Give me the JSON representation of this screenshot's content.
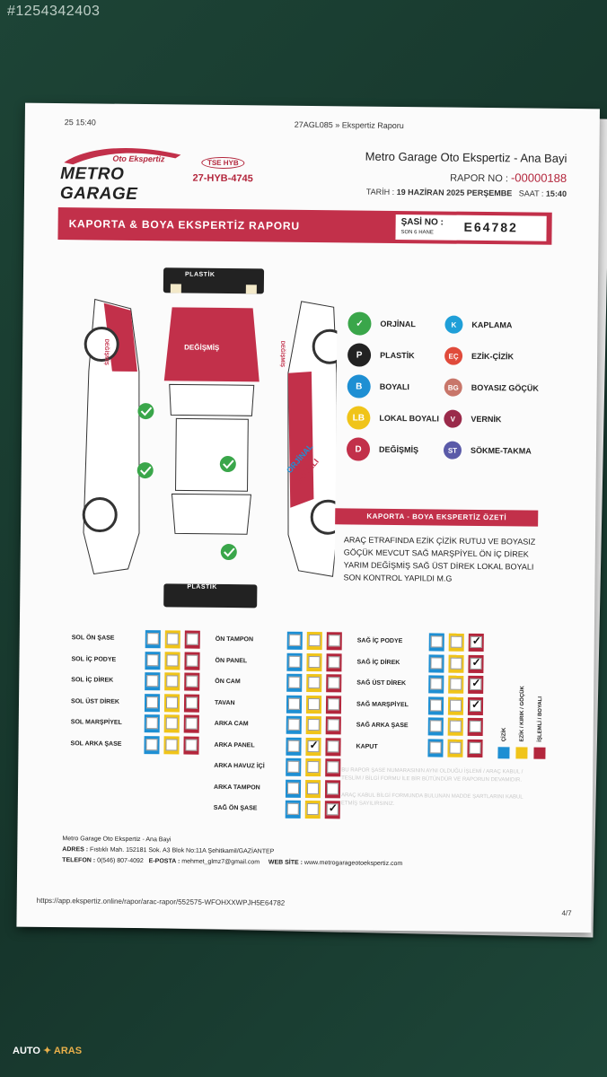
{
  "watermark": "#1254342403",
  "header": {
    "time": "25 15:40",
    "breadcrumb": "27AGL085 » Ekspertiz Raporu"
  },
  "logo": {
    "main": "METRO GARAGE",
    "sub": "Oto Ekspertiz",
    "tse_badge": "TSE HYB",
    "tse_code": "27-HYB-4745"
  },
  "company": {
    "name": "Metro Garage Oto Ekspertiz - Ana Bayi",
    "rapor_no_label": "RAPOR NO :",
    "rapor_no": "-00000188",
    "tarih_label": "TARİH :",
    "tarih": "19 HAZİRAN 2025 PERŞEMBE",
    "saat_label": "SAAT :",
    "saat": "15:40"
  },
  "band": {
    "title": "KAPORTA & BOYA EKSPERTİZ RAPORU",
    "sasi_label": "ŞASİ NO :",
    "sasi_sub": "SON 6 HANE",
    "sasi_value": "E64782"
  },
  "diagram": {
    "top_label": "PLASTİK",
    "bottom_label": "PLASTİK",
    "hood_label": "DEĞİŞMİŞ",
    "side_left_label": "DEĞİŞMİŞ",
    "side_right_label": "DEĞİŞMİŞ",
    "orj_label": "ORJİNAL",
    "boyali_label": "BOYALI"
  },
  "legend": [
    {
      "code": "✓",
      "label": "ORJİNAL",
      "color": "#3aa64a"
    },
    {
      "code": "K",
      "label": "KAPLAMA",
      "color": "#1f9fd8"
    },
    {
      "code": "P",
      "label": "PLASTİK",
      "color": "#222222"
    },
    {
      "code": "EÇ",
      "label": "EZİK-ÇİZİK",
      "color": "#e04b3b"
    },
    {
      "code": "B",
      "label": "BOYALI",
      "color": "#1e8fd3"
    },
    {
      "code": "BG",
      "label": "BOYASIZ GÖÇÜK",
      "color": "#c8766a"
    },
    {
      "code": "LB",
      "label": "LOKAL BOYALI",
      "color": "#f0c419"
    },
    {
      "code": "V",
      "label": "VERNİK",
      "color": "#9a2a4a"
    },
    {
      "code": "D",
      "label": "DEĞİŞMİŞ",
      "color": "#c2304a"
    },
    {
      "code": "ST",
      "label": "SÖKME-TAKMA",
      "color": "#5a5aa8"
    }
  ],
  "ozet": {
    "title": "KAPORTA - BOYA EKSPERTİZ ÖZETİ",
    "text": "ARAÇ ETRAFINDA EZİK ÇİZİK RUTUJ VE BOYASIZ GÖÇÜK MEVCUT SAĞ MARŞPİYEL ÖN İÇ DİREK YARIM DEĞİŞMİŞ SAĞ ÜST DİREK LOKAL BOYALI SON KONTROL YAPILDI M.G"
  },
  "table": {
    "col1": [
      "SOL ÖN ŞASE",
      "SOL İÇ PODYE",
      "SOL İÇ DİREK",
      "SOL ÜST DİREK",
      "SOL MARŞPİYEL",
      "SOL ARKA ŞASE"
    ],
    "col2": [
      "ÖN TAMPON",
      "ÖN PANEL",
      "ÖN CAM",
      "TAVAN",
      "ARKA CAM",
      "ARKA PANEL",
      "ARKA HAVUZ İÇİ",
      "ARKA TAMPON",
      "SAĞ ÖN ŞASE"
    ],
    "col3": [
      "SAĞ İÇ PODYE",
      "SAĞ İÇ DİREK",
      "SAĞ ÜST DİREK",
      "SAĞ MARŞPİYEL",
      "SAĞ ARKA ŞASE",
      "KAPUT"
    ],
    "col2_checks": [
      [
        false,
        false,
        false
      ],
      [
        false,
        false,
        false
      ],
      [
        false,
        false,
        false
      ],
      [
        false,
        false,
        false
      ],
      [
        false,
        false,
        false
      ],
      [
        false,
        true,
        false
      ],
      [
        false,
        false,
        false
      ],
      [
        false,
        false,
        false
      ],
      [
        false,
        false,
        true
      ]
    ],
    "col3_checks": [
      [
        false,
        false,
        true
      ],
      [
        false,
        false,
        true
      ],
      [
        false,
        false,
        true
      ],
      [
        false,
        false,
        true
      ],
      [
        false,
        false,
        false
      ],
      [
        false,
        false,
        false
      ]
    ],
    "key_labels": [
      "ÇİZİK",
      "EZİK / KIRIK / GÖÇÜK",
      "İŞLEMLİ / BOYALI"
    ]
  },
  "notes": {
    "n1": "BU RAPOR ŞASE NUMARASININ AYNI OLDUĞU İŞLEMİ / ARAÇ KABUL / TESLİM / BİLGİ FORMU İLE BİR BÜTÜNDÜR VE RAPORUN DEVAMIDIR.",
    "n2": "ARAÇ KABUL BİLGİ FORMUNDA BULUNAN MADDE ŞARTLARINI KABUL ETMİŞ SAYILIRSINIZ."
  },
  "footer": {
    "name": "Metro Garage Oto Ekspertiz - Ana Bayi",
    "adres_label": "ADRES :",
    "adres": "Fıstıklı Mah. 152181 Sok. A3 Blok No:11A Şehitkamil/GAZİANTEP",
    "telefon_label": "TELEFON :",
    "telefon": "0(546) 807-4092",
    "eposta_label": "E-POSTA :",
    "eposta": "mehmet_glmz7@gmail.com",
    "web_label": "WEB SİTE :",
    "web": "www.metrogarageotoekspertiz.com",
    "url": "https://app.ekspertiz.online/rapor/arac-rapor/552575-WFOHXXWPJH5E64782",
    "page": "4/7"
  },
  "brand_bottom": {
    "a": "AUTO",
    "b": "ARAS"
  }
}
